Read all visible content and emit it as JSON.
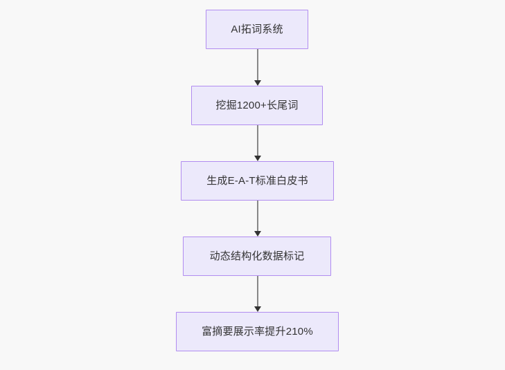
{
  "diagram": {
    "type": "flowchart",
    "direction": "top-to-bottom",
    "background_color": "#f8f8f8",
    "node_fill_color": "#ece9fb",
    "node_border_color": "#b18cf0",
    "node_text_color": "#333333",
    "edge_line_color": "#888888",
    "edge_arrow_color": "#333333",
    "nodes": [
      {
        "id": "n1",
        "label": "AI拓词系统"
      },
      {
        "id": "n2",
        "label": "挖掘1200+长尾词"
      },
      {
        "id": "n3",
        "label": "生成E-A-T标准白皮书"
      },
      {
        "id": "n4",
        "label": "动态结构化数据标记"
      },
      {
        "id": "n5",
        "label": "富摘要展示率提升210%"
      }
    ],
    "edges": [
      {
        "id": "e1",
        "from": "n1",
        "to": "n2",
        "label": ""
      },
      {
        "id": "e2",
        "from": "n2",
        "to": "n3",
        "label": ""
      },
      {
        "id": "e3",
        "from": "n3",
        "to": "n4",
        "label": ""
      },
      {
        "id": "e4",
        "from": "n4",
        "to": "n5",
        "label": ""
      }
    ]
  }
}
